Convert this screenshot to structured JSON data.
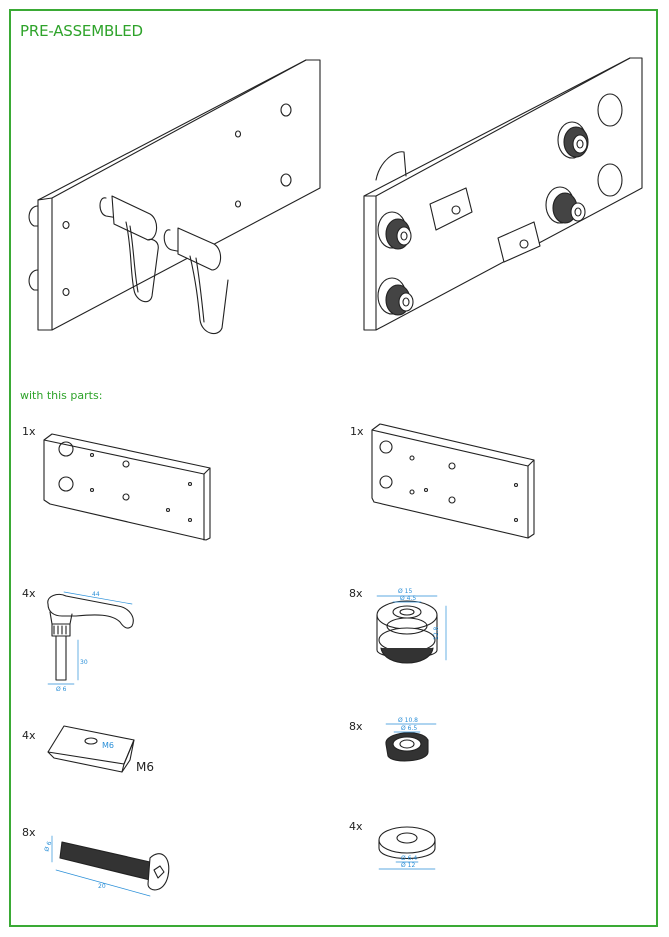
{
  "header": {
    "title": "PRE-ASSEMBLED"
  },
  "parts_section": {
    "label": "with this parts:"
  },
  "parts": [
    {
      "qty": "1x"
    },
    {
      "qty": "1x"
    },
    {
      "qty": "4x"
    },
    {
      "qty": "8x",
      "dims": [
        "Ø 15",
        "Ø 4.5",
        "12.8"
      ]
    },
    {
      "qty": "4x",
      "label": "M6"
    },
    {
      "qty": "8x",
      "dims": [
        "Ø 10.8",
        "Ø 6.5"
      ]
    },
    {
      "qty": "8x",
      "dims": [
        "Ø 6",
        "20"
      ]
    },
    {
      "qty": "4x",
      "dims": [
        "Ø 6.4",
        "Ø 12"
      ]
    }
  ],
  "lever_dims": [
    "44",
    "30",
    "Ø 6"
  ],
  "nut_label": "M6",
  "colors": {
    "frame": "#3aaa35",
    "title": "#2ea32a",
    "dimension": "#2a8fd8"
  }
}
